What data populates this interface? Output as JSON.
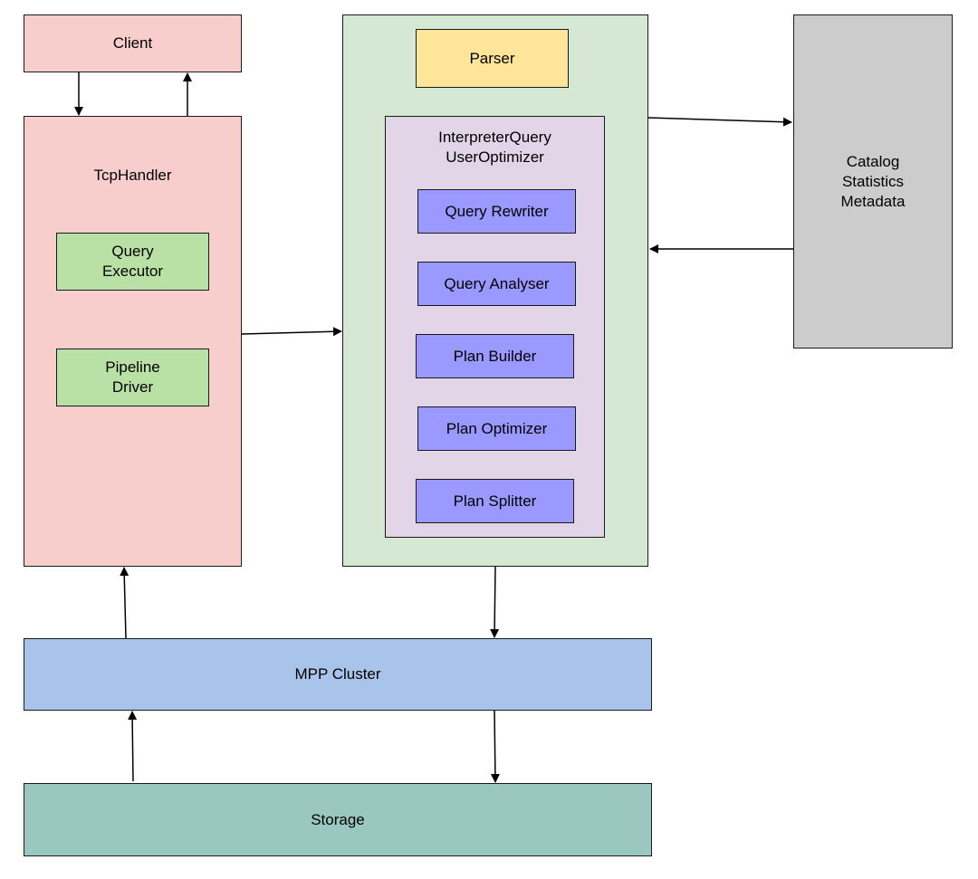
{
  "client": {
    "label": "Client"
  },
  "tcp_handler": {
    "label": "TcpHandler",
    "query_executor": "Query\nExecutor",
    "pipeline_driver": "Pipeline\nDriver"
  },
  "frontend": {
    "parser": "Parser",
    "interpreter": {
      "label": "InterpreterQuery\nUserOptimizer",
      "steps": [
        "Query Rewriter",
        "Query Analyser",
        "Plan Builder",
        "Plan Optimizer",
        "Plan Splitter"
      ]
    }
  },
  "catalog": {
    "label": "Catalog\nStatistics\nMetadata"
  },
  "mpp_cluster": {
    "label": "MPP Cluster"
  },
  "storage": {
    "label": "Storage"
  },
  "colors": {
    "client": "#f8cecc",
    "tcp_handler": "#f8cecc",
    "green_inner": "#b9e0a5",
    "frontend": "#d5e8d4",
    "parser": "#ffe599",
    "interpreter": "#e1d5e7",
    "step": "#9999ff",
    "catalog": "#cccccc",
    "mpp_cluster": "#a9c4eb",
    "storage": "#9ac7bf"
  }
}
